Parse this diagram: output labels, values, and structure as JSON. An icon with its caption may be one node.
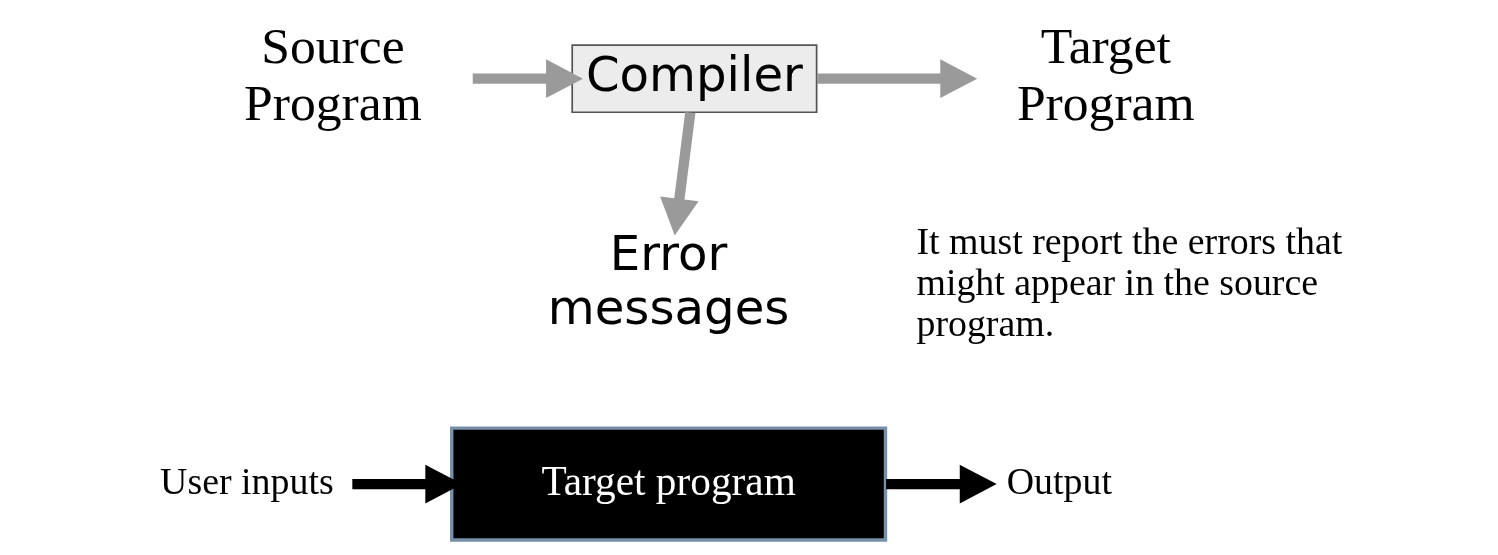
{
  "diagram": {
    "nodes": [
      {
        "text": [
          "Source Program"
        ]
      },
      {
        "text": [
          "Compiler"
        ]
      },
      {
        "text": [
          "Target Program"
        ]
      },
      {
        "text": [
          "Error messages"
        ]
      },
      {
        "text": [
          "User inputs"
        ]
      },
      {
        "text": [
          "Target program"
        ]
      },
      {
        "text": [
          "Output"
        ]
      }
    ],
    "edges": [
      {
        "from": 0,
        "to": 1,
        "arrow": "to"
      },
      {
        "from": 1,
        "to": 2,
        "arrow": "to"
      },
      {
        "from": 1,
        "to": 3,
        "arrow": "to"
      },
      {
        "from": 4,
        "to": 5,
        "arrow": "to",
        "color": "#000000"
      },
      {
        "from": 5,
        "to": 6,
        "arrow": "to",
        "color": "#000000"
      }
    ],
    "labels": [
      "It must report the errors that might appear in the source program."
    ]
  }
}
